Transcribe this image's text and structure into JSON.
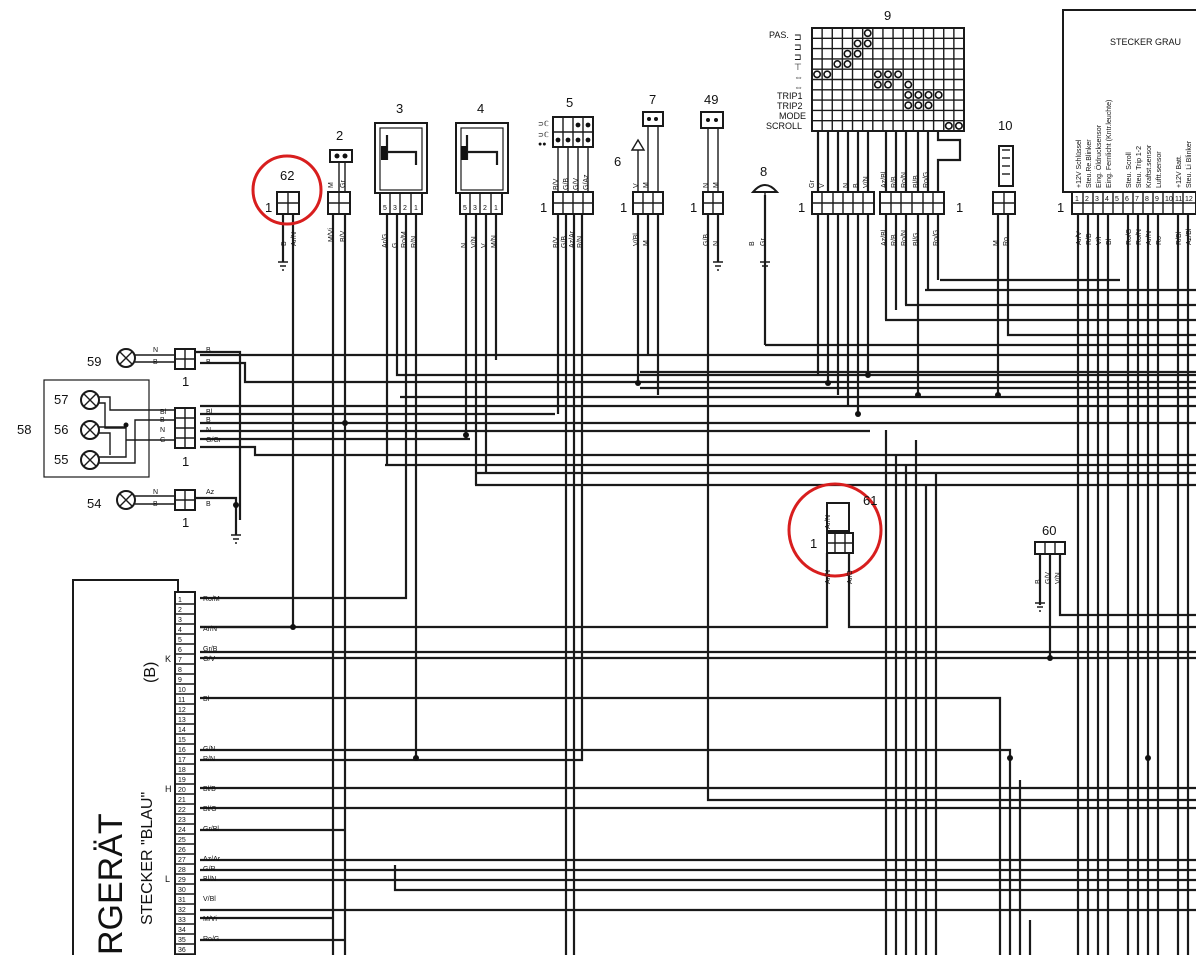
{
  "components": {
    "c2": "2",
    "c3": "3",
    "c4": "4",
    "c5": "5",
    "c6": "6",
    "c7": "7",
    "c8": "8",
    "c9": "9",
    "c10": "10",
    "c49": "49",
    "c54": "54",
    "c55": "55",
    "c56": "56",
    "c57": "57",
    "c58": "58",
    "c59": "59",
    "c60": "60",
    "c61": "61",
    "c62": "62"
  },
  "pin_one": "1",
  "c9_labels": [
    "PAS.",
    "TRIP1",
    "TRIP2",
    "MODE",
    "SCROLL"
  ],
  "grey_connector": {
    "title": "STECKER GRAU",
    "pins": [
      {
        "n": "1",
        "label": "+12V Schlüssel",
        "wire": "Ar/V"
      },
      {
        "n": "2",
        "label": "Steu.Re.Blinker",
        "wire": "R/B"
      },
      {
        "n": "3",
        "label": "Eing. Öldrucksensor",
        "wire": "V/I"
      },
      {
        "n": "4",
        "label": "Eing. Fernlicht (Kntr.leuchte)",
        "wire": "Bl"
      },
      {
        "n": "5",
        "label": "",
        "wire": ""
      },
      {
        "n": "6",
        "label": "Steu. Scroll",
        "wire": "Ro/G"
      },
      {
        "n": "7",
        "label": "Steu. Trip 1-2",
        "wire": "Ro/N"
      },
      {
        "n": "8",
        "label": "Kraftst.sensor",
        "wire": "Ar/N"
      },
      {
        "n": "9",
        "label": "Luftt.sensor",
        "wire": "Ro"
      },
      {
        "n": "10",
        "label": "",
        "wire": ""
      },
      {
        "n": "11",
        "label": "+12V Batt.",
        "wire": "R/Bl"
      },
      {
        "n": "12",
        "label": "Steu. Li Blinker",
        "wire": "Az/Bl"
      }
    ]
  },
  "blue_connector": {
    "unit": "RGERÄT",
    "name": "STECKER \"BLAU\"",
    "code": "(B)",
    "group_letters": [
      "K",
      "H",
      "L"
    ],
    "pins": [
      "1",
      "2",
      "3",
      "4",
      "5",
      "6",
      "7",
      "8",
      "9",
      "10",
      "11",
      "12",
      "13",
      "14",
      "15",
      "16",
      "17",
      "18",
      "19",
      "20",
      "21",
      "22",
      "23",
      "24",
      "25",
      "26",
      "27",
      "28",
      "29",
      "30",
      "31",
      "32",
      "33",
      "34",
      "35",
      "36"
    ],
    "wires": [
      {
        "pin": "1",
        "color": "Ro/M"
      },
      {
        "pin": "4",
        "color": "Ar/N"
      },
      {
        "pin": "6",
        "color": "Gr/B"
      },
      {
        "pin": "7",
        "color": "G/V"
      },
      {
        "pin": "11",
        "color": "Bl"
      },
      {
        "pin": "16",
        "color": "G/N"
      },
      {
        "pin": "17",
        "color": "R/N"
      },
      {
        "pin": "20",
        "color": "Bl/B"
      },
      {
        "pin": "22",
        "color": "Bl/G"
      },
      {
        "pin": "24",
        "color": "Gr/Bl"
      },
      {
        "pin": "27",
        "color": "Az/Ar"
      },
      {
        "pin": "28",
        "color": "G/R"
      },
      {
        "pin": "29",
        "color": "Bl/N"
      },
      {
        "pin": "31",
        "color": "V/Bl"
      },
      {
        "pin": "33",
        "color": "M/Vi"
      },
      {
        "pin": "35",
        "color": "Ro/G"
      }
    ]
  },
  "wire_labels": {
    "c62": [
      "B",
      "Ar/N"
    ],
    "c2": [
      "M",
      "Gr",
      "M/Vi",
      "B/V"
    ],
    "c3": [
      "5",
      "3",
      "2",
      "1",
      "Ar/G",
      "G",
      "Ro/M",
      "R/N"
    ],
    "c4": [
      "5",
      "3",
      "2",
      "1",
      "N",
      "V/N",
      "V",
      "M/N"
    ],
    "c5": [
      "B/V",
      "G/B",
      "G/V",
      "G/Az",
      "B/V",
      "G/B",
      "Az/Ar",
      "R/N"
    ],
    "c7": [
      "V",
      "M",
      "V/Bl",
      "M"
    ],
    "c49": [
      "N",
      "M",
      "G/B",
      "N"
    ],
    "c8": [
      "B",
      "Gr"
    ],
    "c9": [
      "Gr",
      "V",
      "N",
      "B",
      "V/N",
      "Az/Bl",
      "R/B",
      "Ro/N",
      "Bl/B",
      "Ro/G",
      "Az/Bl",
      "R/B",
      "Ro/N",
      "Bl/G",
      "Ro/G"
    ],
    "c10": [
      "M",
      "Ro"
    ],
    "c59": [
      "N",
      "B",
      "B",
      "B"
    ],
    "c58": [
      "Bl",
      "B",
      "N",
      "G",
      "Bl",
      "B",
      "N",
      "G/Gr"
    ],
    "c54": [
      "N",
      "B",
      "Az",
      "B"
    ],
    "c61": [
      "Ar/N",
      "Ar/N",
      "Ar/B"
    ],
    "c60": [
      "B",
      "G/V",
      "V/N"
    ]
  },
  "highlight_color": "#d81e1e"
}
